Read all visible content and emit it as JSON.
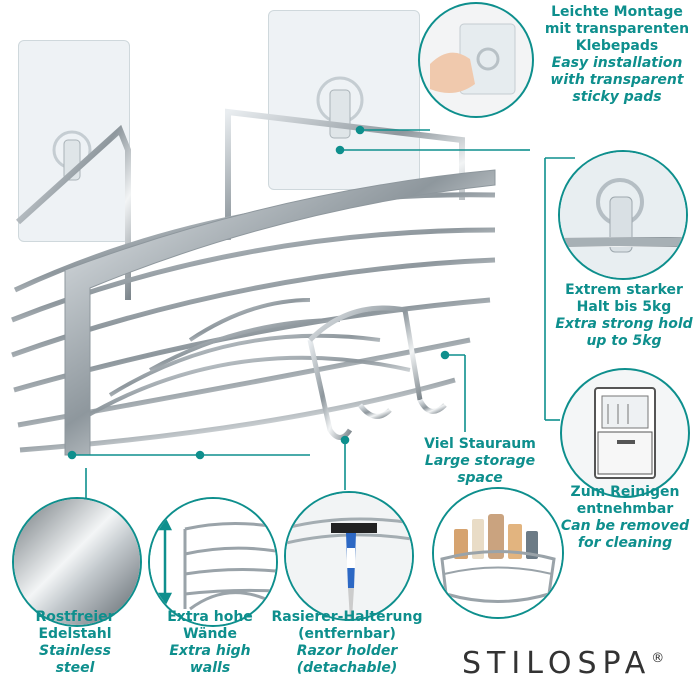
{
  "features": {
    "mounting": {
      "de": "Leichte Montage\nmit transparenten\nKlebepads",
      "en": "Easy installation\nwith transparent\nsticky pads"
    },
    "strong_hold": {
      "de": "Extrem starker\nHalt bis 5kg",
      "en": "Extra strong hold\nup to 5kg"
    },
    "storage": {
      "de": "Viel Stauraum",
      "en": "Large storage\nspace"
    },
    "cleaning": {
      "de": "Zum Reinigen\nentnehmbar",
      "en": "Can be removed\nfor cleaning"
    },
    "steel": {
      "de": "Rostfreier\nEdelstahl",
      "en": "Stainless\nsteel"
    },
    "walls": {
      "de": "Extra hohe\nWände",
      "en": "Extra high\nwalls"
    },
    "razor": {
      "de": "Rasierer-Halterung\n(entfernbar)",
      "en": "Razor holder\n(detachable)"
    }
  },
  "brand": {
    "name": "STILOSPA",
    "mark": "®"
  },
  "colors": {
    "accent": "#0e8f8d",
    "chrome": "#b9c0c5",
    "pad": "#e8eef1"
  },
  "icons": [
    "hand-icon",
    "hook-icon",
    "dishwasher-icon",
    "steel-texture-icon",
    "arrow-updown-icon",
    "razor-icon",
    "bottles-icon"
  ]
}
